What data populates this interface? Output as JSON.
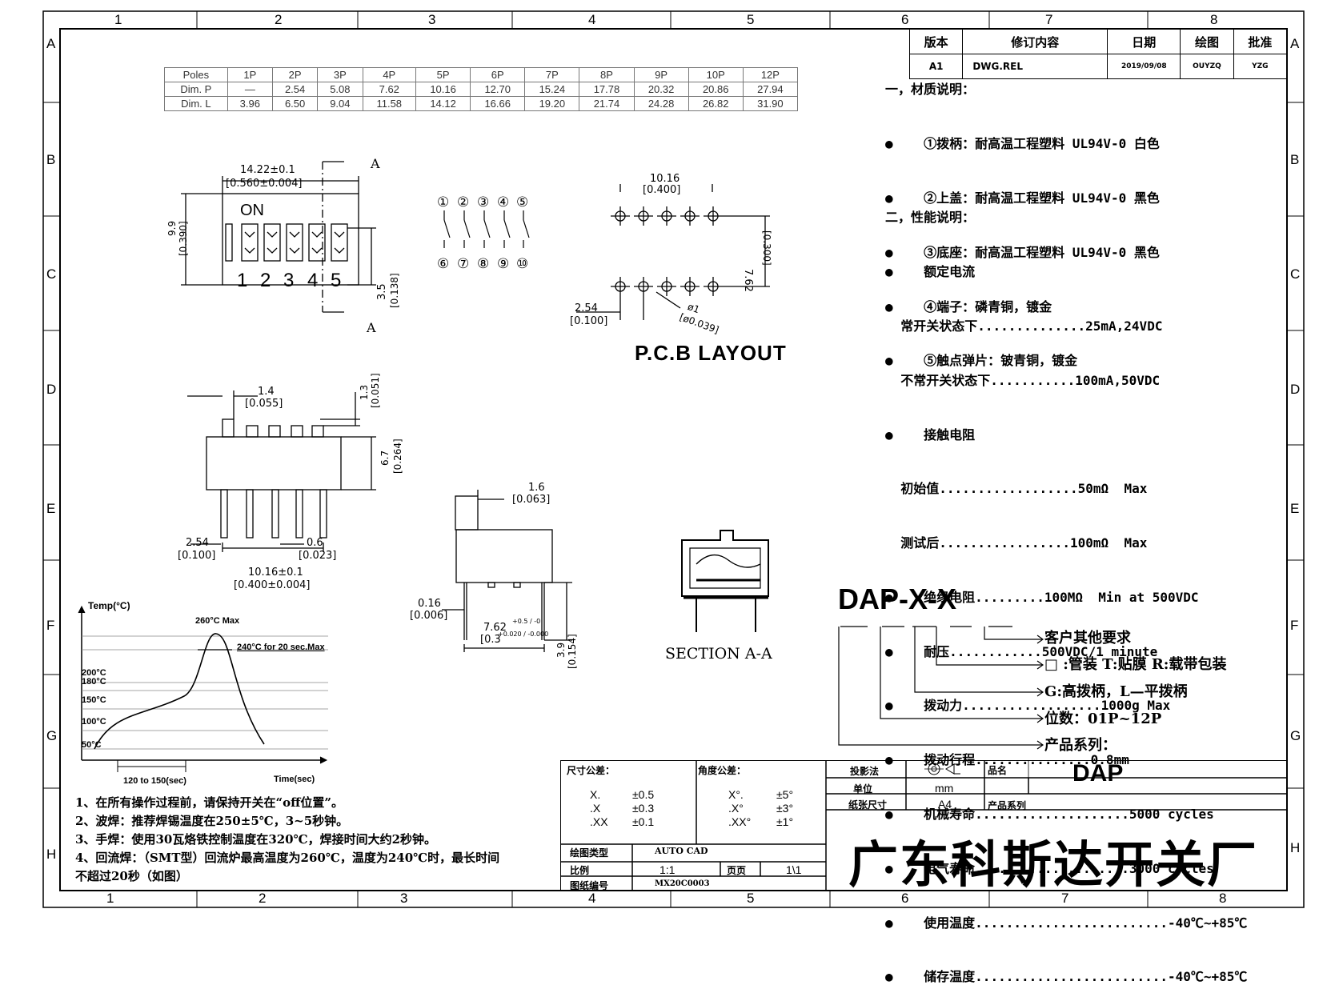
{
  "border": {
    "columns_top": [
      "1",
      "2",
      "3",
      "4",
      "5",
      "6",
      "7",
      "8"
    ],
    "columns_bottom": [
      "1",
      "2",
      "3",
      "4",
      "5",
      "6",
      "7",
      "8"
    ],
    "rows": [
      "A",
      "B",
      "C",
      "D",
      "E",
      "F",
      "G",
      "H"
    ]
  },
  "revision_table": {
    "headers": [
      "版本",
      "修订内容",
      "日期",
      "绘图",
      "批准"
    ],
    "row": [
      "A1",
      "DWG.REL",
      "2019/09/08",
      "OUYZQ",
      "YZG"
    ]
  },
  "poles_table": {
    "headers": [
      "Poles",
      "1P",
      "2P",
      "3P",
      "4P",
      "5P",
      "6P",
      "7P",
      "8P",
      "9P",
      "10P",
      "12P"
    ],
    "rows": [
      [
        "Dim. P",
        "—",
        "2.54",
        "5.08",
        "7.62",
        "10.16",
        "12.70",
        "15.24",
        "17.78",
        "20.32",
        "20.86",
        "27.94"
      ],
      [
        "Dim. L",
        "3.96",
        "6.50",
        "9.04",
        "11.58",
        "14.12",
        "16.66",
        "19.20",
        "21.74",
        "24.28",
        "26.82",
        "31.90"
      ]
    ]
  },
  "top_view": {
    "width_dim": "14.22±0.1",
    "width_dim_in": "[0.560±0.004]",
    "on_label": "ON",
    "switch_numbers": [
      "1",
      "2",
      "3",
      "4",
      "5"
    ],
    "height_dim": "9.9",
    "height_dim_in": "[0.390]",
    "act_dim": "3.5",
    "act_dim_in": "[0.138]",
    "section_marker": "A"
  },
  "schematic": {
    "top": [
      "①",
      "②",
      "③",
      "④",
      "⑤"
    ],
    "bottom": [
      "⑥",
      "⑦",
      "⑧",
      "⑨",
      "⑩"
    ]
  },
  "pcb": {
    "title": "P.C.B LAYOUT",
    "pitch4": "10.16",
    "pitch4_in": "[0.400]",
    "row_gap": "7.62",
    "row_gap_in": "[0.300]",
    "pitch": "2.54",
    "pitch_in": "[0.100]",
    "hole": "ø1",
    "hole_in": "[ø0.039]"
  },
  "side_view": {
    "act_w": "1.4",
    "act_w_in": "[0.055]",
    "act_h": "1.3",
    "act_h_in": "[0.051]",
    "body_h": "6.7",
    "body_h_in": "[0.264]",
    "pitch": "2.54",
    "pitch_in": "[0.100]",
    "pin_w": "0.6",
    "pin_w_in": "[0.023]",
    "span": "10.16±0.1",
    "span_in": "[0.400±0.004]"
  },
  "end_view": {
    "act_w": "1.6",
    "act_w_in": "[0.063]",
    "pin_t": "0.16",
    "pin_t_in": "[0.006]",
    "width": "7.62",
    "width_tol": "+0.5 / -0",
    "width_in": "[0.3",
    "width_in_tol": "+0.020 / -0.000",
    "pin_len": "3.9",
    "pin_len_in": "[0.154]"
  },
  "section_label": "SECTION  A-A",
  "materials": {
    "title": "一，材质说明：",
    "items": [
      "①拨柄：耐高温工程塑料 UL94V-0 白色",
      "②上盖：耐高温工程塑料 UL94V-0 黑色",
      "③底座：耐高温工程塑料 UL94V-0 黑色",
      "④端子：磷青铜，镀金",
      "⑤触点弹片：铍青铜，镀金"
    ]
  },
  "performance": {
    "title": "二，性能说明：",
    "rated_current": "额定电流",
    "switching": "常开关状态下..............25mA,24VDC",
    "non_switching": "不常开关状态下...........100mA,50VDC",
    "contact_res": "接触电阻",
    "initial": "初始值..................50mΩ  Max",
    "after_test": "测试后.................100mΩ  Max",
    "items": [
      "绝缘电阻.........100MΩ  Min at 500VDC",
      "耐压............500VDC/1 minute",
      "拨动力..................1000g Max",
      "拨动行程...............0.8mm",
      "机械寿命....................5000 cycles",
      "电气寿命....................3000 cycles",
      "使用温度.........................-40℃~+85℃",
      "储存温度.........................-40℃~+85℃"
    ]
  },
  "part_number": {
    "code": "DAP-X-X",
    "legend": [
      "客户其他要求",
      "□ :管装   T:贴膜    R:载带包装",
      "G:高拨柄，L—平拨柄",
      "位数：01P~12P",
      "产品系列："
    ]
  },
  "reflow_chart": {
    "y_label": "Temp(°C)",
    "x_label": "Time(sec)",
    "peak": "260°C Max",
    "hold": "240°C for 20 sec.Max",
    "ticks": [
      "200°C",
      "180°C",
      "150°C",
      "100°C",
      "50°C"
    ],
    "preheat": "120 to 150(sec)"
  },
  "notes": [
    "1、在所有操作过程前，请保持开关在“off位置”。",
    "2、波焊：推荐焊锡温度在250±5℃，3~5秒钟。",
    "3、手焊：使用30瓦烙铁控制温度在320℃，焊接时间大约2秒钟。",
    "4、回流焊：（SMT型）回流炉最高温度为260℃，温度为240℃时，最长时间",
    "不超过20秒（如图）"
  ],
  "title_block": {
    "dim_tol_label": "尺寸公差：",
    "dim_tol": [
      [
        "X.",
        "±0.5"
      ],
      [
        ".X",
        "±0.3"
      ],
      [
        ".XX",
        "±0.1"
      ]
    ],
    "ang_tol_label": "角度公差：",
    "ang_tol": [
      [
        "X°.",
        "±5°"
      ],
      [
        ".X°",
        "±3°"
      ],
      [
        ".XX°",
        "±1°"
      ]
    ],
    "proj_label": "投影法",
    "unit_label": "单位",
    "unit": "mm",
    "paper_label": "纸张尺寸",
    "paper": "A4",
    "name_label": "品名",
    "name": "DAP",
    "series_label": "产品系列",
    "software_label": "绘图类型",
    "software": "AUTO CAD",
    "scale_label": "比例",
    "scale": "1:1",
    "page_label": "页页",
    "page": "1\\1",
    "dwg_label": "图纸编号",
    "dwg": "MX20C0003",
    "company": "广东科斯达开关厂"
  }
}
